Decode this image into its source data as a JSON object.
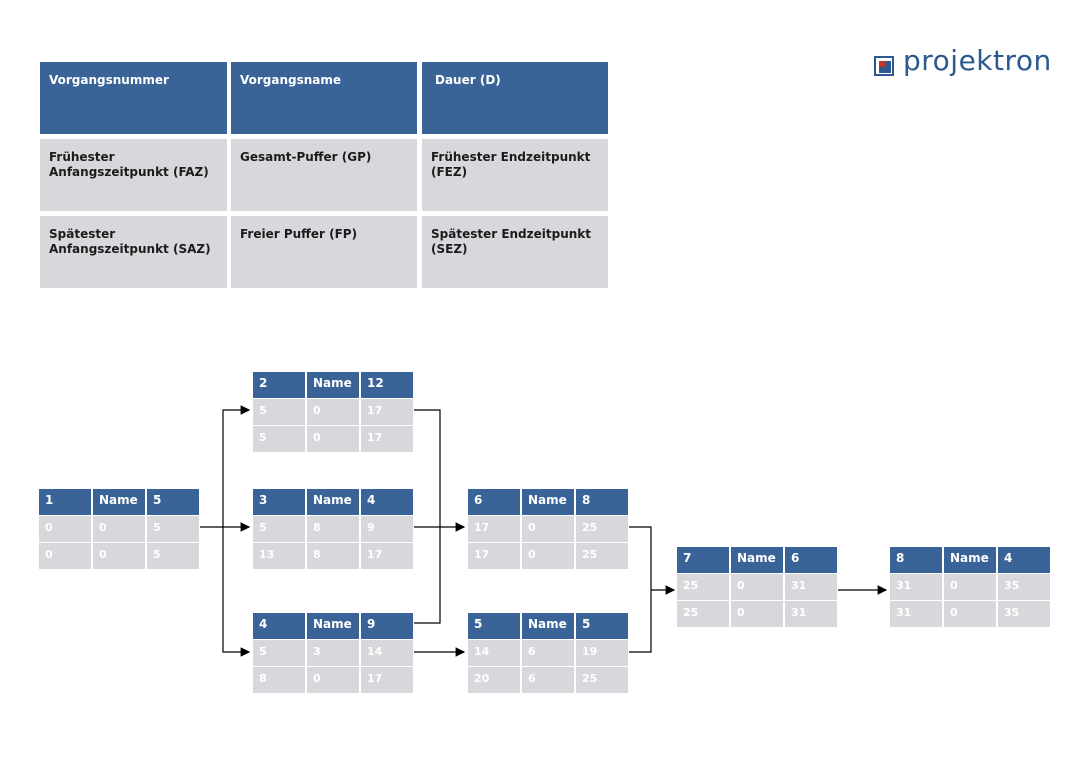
{
  "brand": {
    "name": "projektron"
  },
  "legend": {
    "header": [
      "Vorgangsnummer",
      "Vorgangsname",
      "Dauer (D)"
    ],
    "row1": [
      "Frühester Anfangszeitpunkt (FAZ)",
      "Gesamt-Puffer (GP)",
      "Frühester Endzeitpunkt (FEZ)"
    ],
    "row2": [
      "Spätester Anfangszeitpunkt (SAZ)",
      "Freier Puffer (FP)",
      "Spätester Endzeitpunkt (SEZ)"
    ]
  },
  "nodes": [
    {
      "id": "1",
      "name": "Name",
      "duration": "5",
      "faz": "0",
      "gp": "0",
      "fez": "5",
      "saz": "0",
      "fp": "0",
      "sez": "5"
    },
    {
      "id": "2",
      "name": "Name",
      "duration": "12",
      "faz": "5",
      "gp": "0",
      "fez": "17",
      "saz": "5",
      "fp": "0",
      "sez": "17"
    },
    {
      "id": "3",
      "name": "Name",
      "duration": "4",
      "faz": "5",
      "gp": "8",
      "fez": "9",
      "saz": "13",
      "fp": "8",
      "sez": "17"
    },
    {
      "id": "4",
      "name": "Name",
      "duration": "9",
      "faz": "5",
      "gp": "3",
      "fez": "14",
      "saz": "8",
      "fp": "0",
      "sez": "17"
    },
    {
      "id": "6",
      "name": "Name",
      "duration": "8",
      "faz": "17",
      "gp": "0",
      "fez": "25",
      "saz": "17",
      "fp": "0",
      "sez": "25"
    },
    {
      "id": "5",
      "name": "Name",
      "duration": "5",
      "faz": "14",
      "gp": "6",
      "fez": "19",
      "saz": "20",
      "fp": "6",
      "sez": "25"
    },
    {
      "id": "7",
      "name": "Name",
      "duration": "6",
      "faz": "25",
      "gp": "0",
      "fez": "31",
      "saz": "25",
      "fp": "0",
      "sez": "31"
    },
    {
      "id": "8",
      "name": "Name",
      "duration": "4",
      "faz": "31",
      "gp": "0",
      "fez": "35",
      "saz": "31",
      "fp": "0",
      "sez": "35"
    }
  ],
  "colors": {
    "header": "#3a6498",
    "body": "#d7d8db",
    "accent_red": "#c0392b",
    "logo_blue": "#2d5a8e"
  }
}
